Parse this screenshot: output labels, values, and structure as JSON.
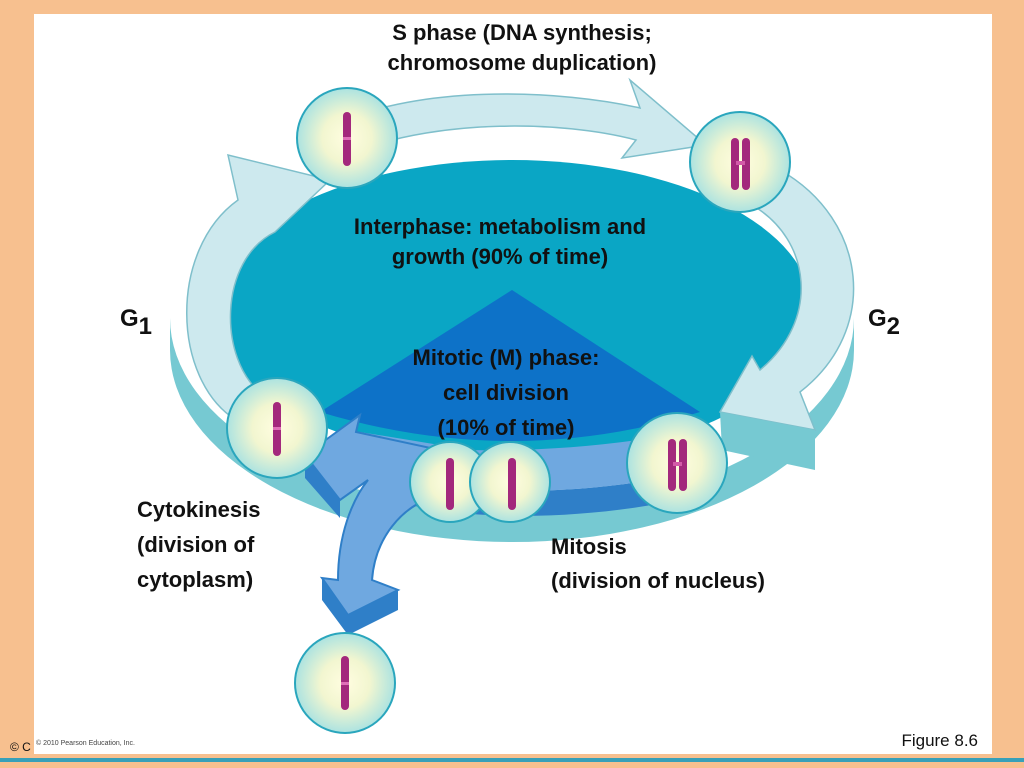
{
  "labels": {
    "s_phase": [
      "S phase (DNA synthesis;",
      "chromosome duplication)"
    ],
    "interphase": [
      "Interphase: metabolism and",
      "growth (90% of time)"
    ],
    "mitotic": [
      "Mitotic (M) phase:",
      "cell division",
      "(10% of time)"
    ],
    "cytokinesis": [
      "Cytokinesis",
      "(division of",
      "cytoplasm)"
    ],
    "mitosis": [
      "Mitosis",
      "(division of nucleus)"
    ],
    "g1": {
      "letter": "G",
      "sub": "1"
    },
    "g2": {
      "letter": "G",
      "sub": "2"
    }
  },
  "footer": {
    "figure": "Figure 8.6",
    "copyright": "© 2010 Pearson Education, Inc.",
    "copyright_back": "© C"
  },
  "colors": {
    "interphase_fill": "#0aa6c5",
    "mitotic_fill": "#0d72c8",
    "cycle_arrow": "#cde9ee",
    "cycle_arrow_side": "#76c9d2",
    "mitosis_arrow": "#6fa8e0",
    "cytokinesis_arrow": "#3d8fd6",
    "chromosome": "#a3287c",
    "cell": "#c6ecee"
  }
}
